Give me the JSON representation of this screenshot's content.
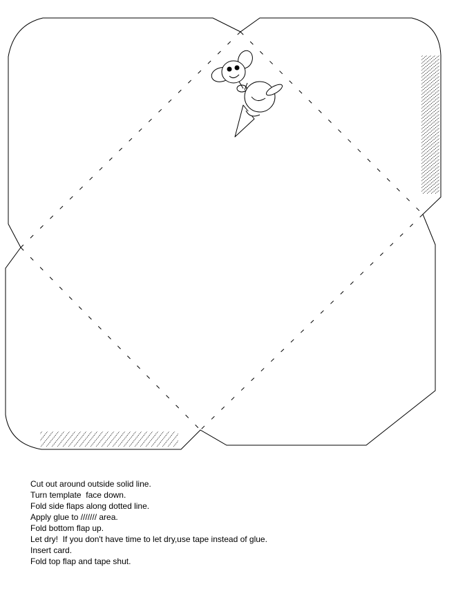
{
  "colors": {
    "outline": "#000000",
    "background": "#ffffff"
  },
  "icons": {
    "character": "mouse-character-icon"
  },
  "instructions": [
    "Cut out around outside solid line.",
    "Turn template  face down.",
    "Fold side flaps along dotted line.",
    "Apply glue to /////// area.",
    "Fold bottom flap up.",
    "Let dry!  If you don't have time to let dry,use tape instead of glue.",
    "Insert card.",
    "Fold top flap and tape shut."
  ]
}
